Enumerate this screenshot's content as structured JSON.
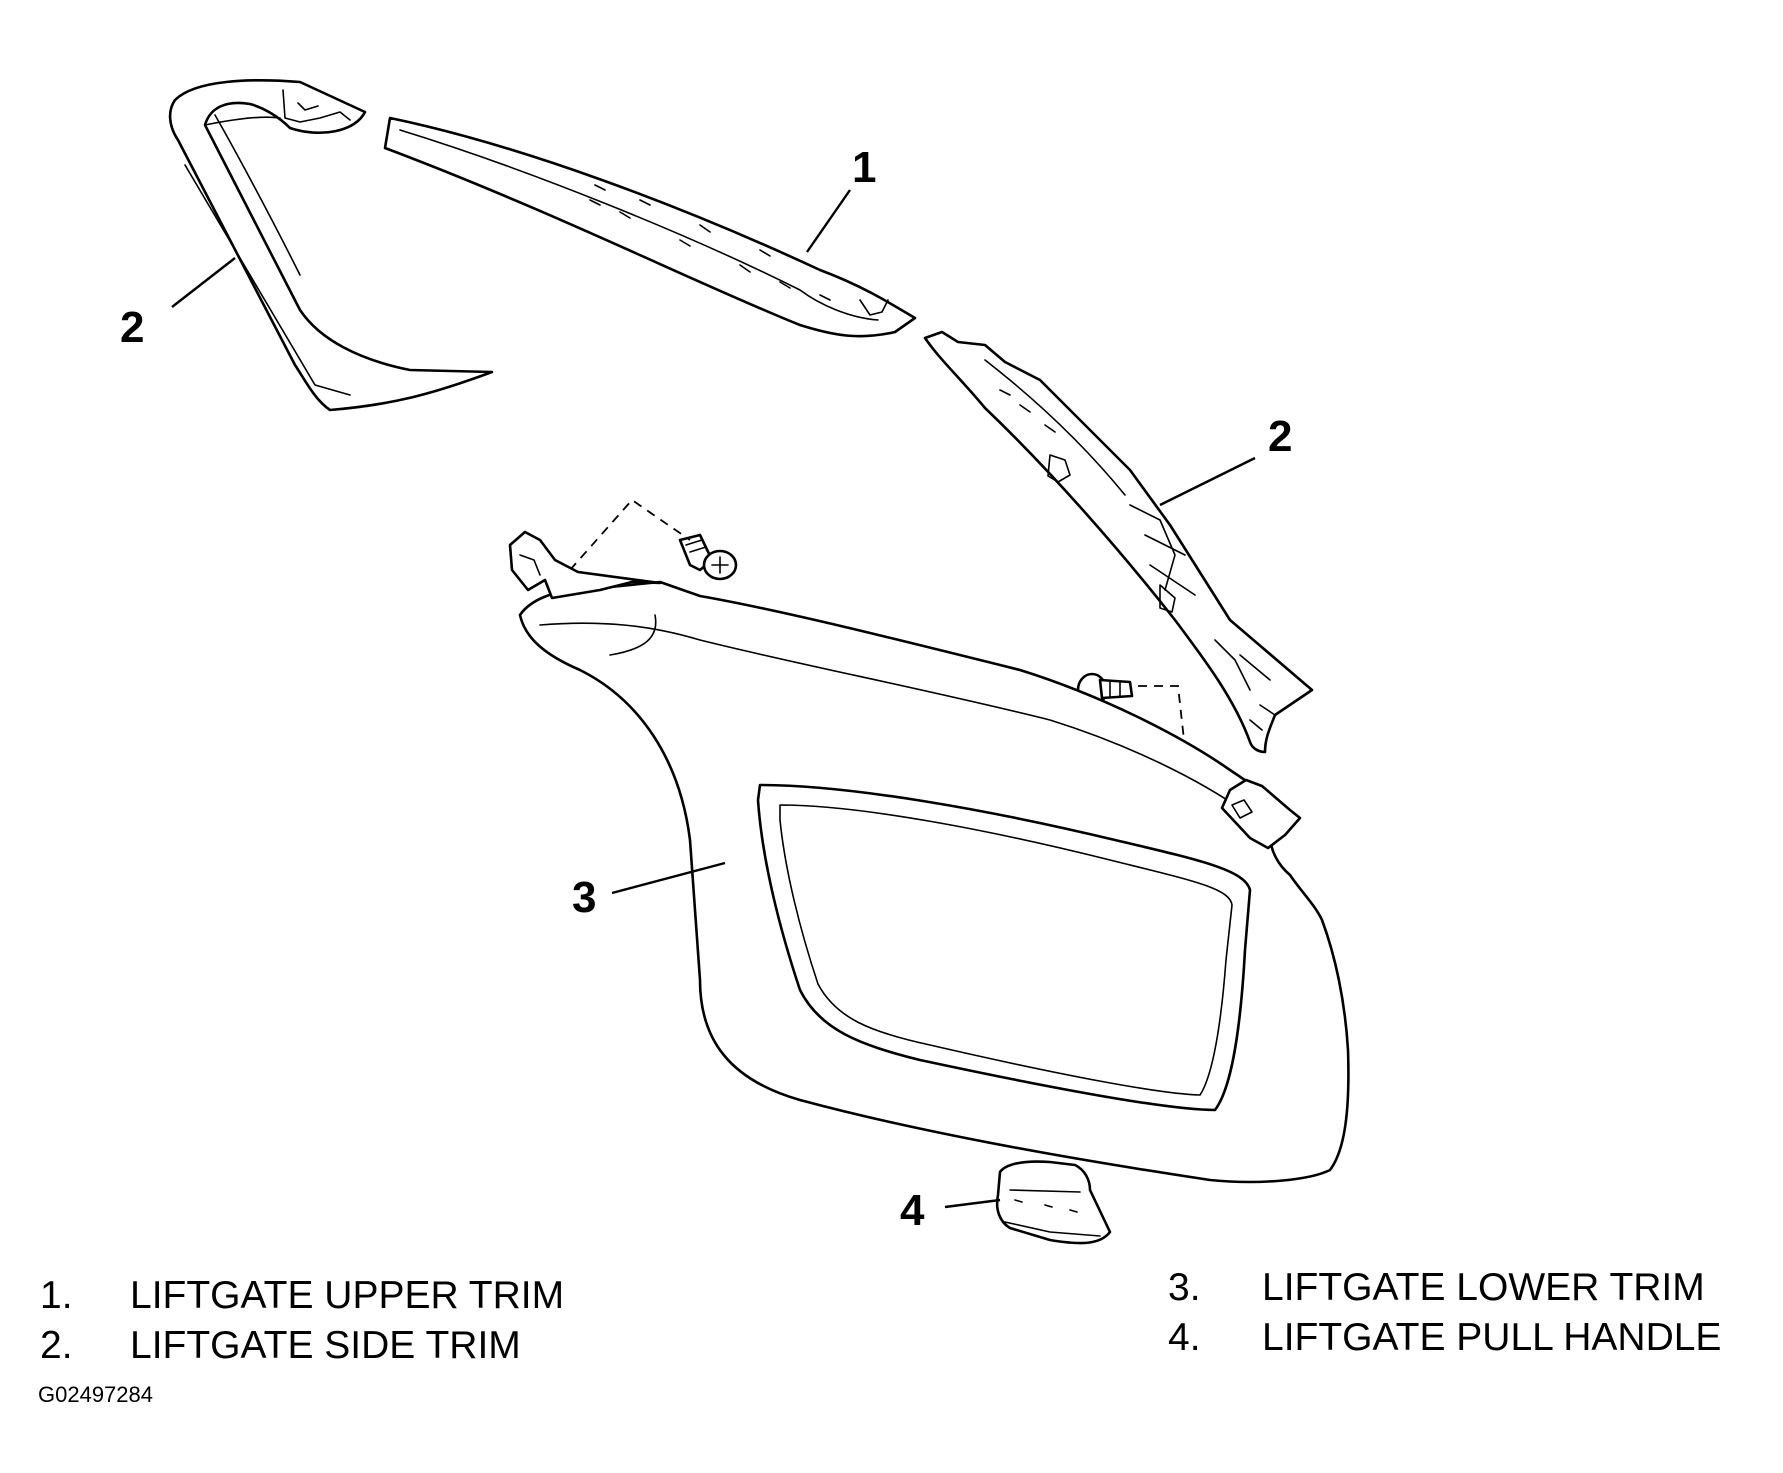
{
  "callouts": {
    "upper_trim": "1",
    "side_trim_left": "2",
    "side_trim_right": "2",
    "lower_trim": "3",
    "pull_handle": "4"
  },
  "legend": [
    {
      "number": "1.",
      "label": "LIFTGATE UPPER TRIM"
    },
    {
      "number": "2.",
      "label": "LIFTGATE SIDE TRIM"
    },
    {
      "number": "3.",
      "label": "LIFTGATE LOWER TRIM"
    },
    {
      "number": "4.",
      "label": "LIFTGATE PULL HANDLE"
    }
  ],
  "figure_id": "G02497284"
}
